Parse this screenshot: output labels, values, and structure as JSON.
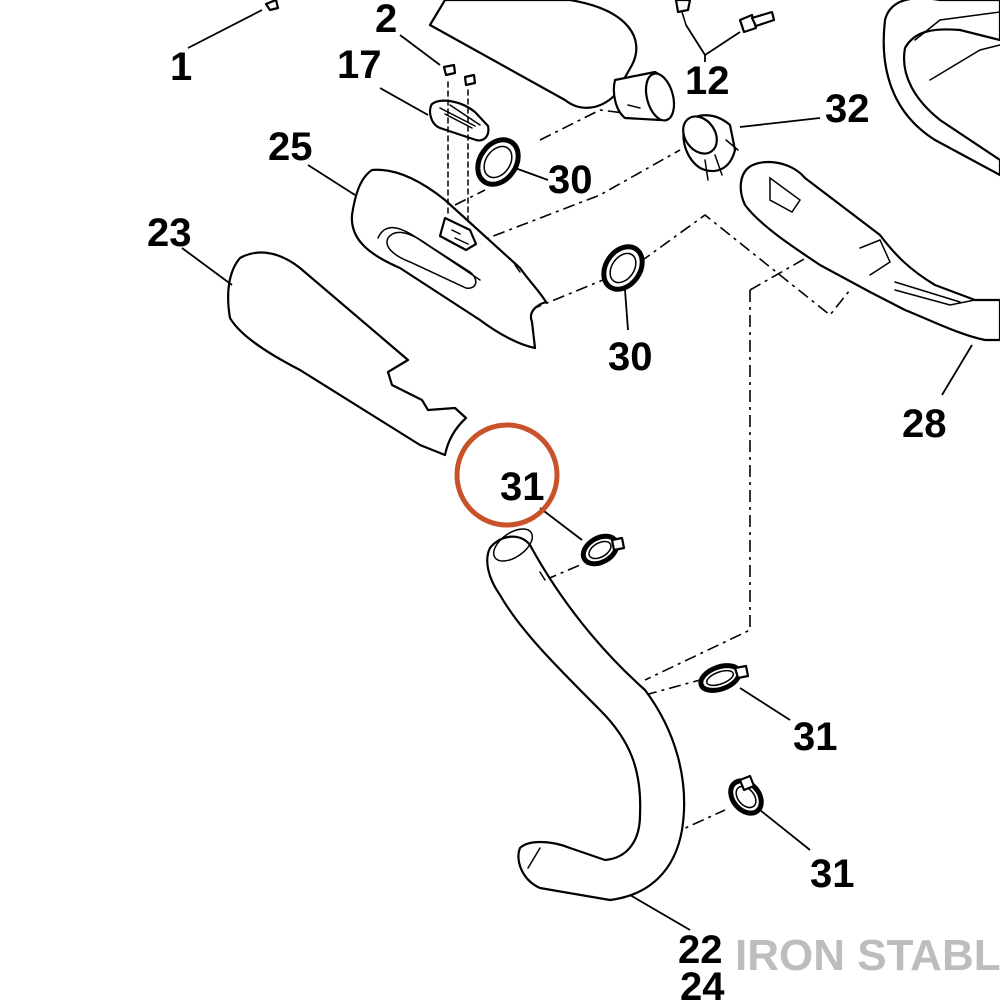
{
  "callouts": {
    "c1": "1",
    "c2": "2",
    "c12": "12",
    "c17": "17",
    "c22": "22",
    "c23": "23",
    "c24": "24",
    "c25": "25",
    "c28": "28",
    "c30_upper": "30",
    "c30_lower": "30",
    "c31_highlighted": "31",
    "c31_mid": "31",
    "c31_low": "31",
    "c32": "32"
  },
  "highlight": {
    "target": "31",
    "color": "#c8522a"
  },
  "watermark": "IRON STABLE"
}
